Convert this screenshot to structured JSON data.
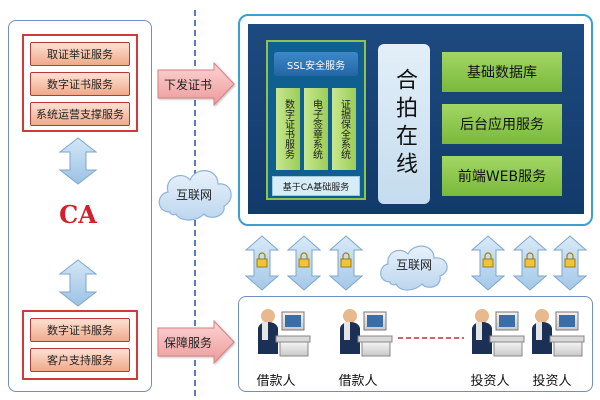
{
  "ca": {
    "top_services": [
      "取证举证服务",
      "数字证书服务",
      "系统运营支撑服务"
    ],
    "label": "CA",
    "bottom_services": [
      "数字证书服务",
      "客户支持服务"
    ]
  },
  "arrows": {
    "issue_cert": "下发证书",
    "guarantee_service": "保障服务"
  },
  "clouds": {
    "left": "互联网",
    "middle": "互联网"
  },
  "platform": {
    "ssl_title": "SSL安全服务",
    "columns": [
      "数字证书服务",
      "电子签章系统",
      "证据保全系统"
    ],
    "base_bar": "基于CA基础服务",
    "center": "合拍在线",
    "right_services": [
      "基础数据库",
      "后台应用服务",
      "前端WEB服务"
    ]
  },
  "users": {
    "labels": [
      "借款人",
      "借款人",
      "投资人",
      "投资人"
    ]
  },
  "colors": {
    "ca_red": "#d4202a",
    "border_blue": "#6f8fc4",
    "platform_blue": "#1d4a80",
    "green": "#8cc44e",
    "pink_arrow": "#f2a7a7"
  }
}
